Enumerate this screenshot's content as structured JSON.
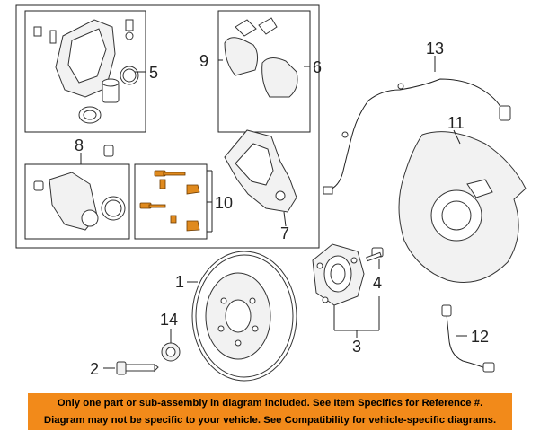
{
  "callouts": {
    "c1": "1",
    "c2": "2",
    "c3": "3",
    "c4": "4",
    "c5": "5",
    "c6": "6",
    "c7": "7",
    "c8": "8",
    "c9": "9",
    "c10": "10",
    "c11": "11",
    "c12": "12",
    "c13": "13",
    "c14": "14"
  },
  "notice": {
    "line1": "Only one part or sub-assembly in diagram included. See Item Specifics for Reference #.",
    "line2": "Diagram may not be specific to your vehicle. See Compatibility for vehicle-specific diagrams."
  },
  "colors": {
    "banner": "#f28a1a",
    "highlight_parts": "#e08a1e"
  }
}
